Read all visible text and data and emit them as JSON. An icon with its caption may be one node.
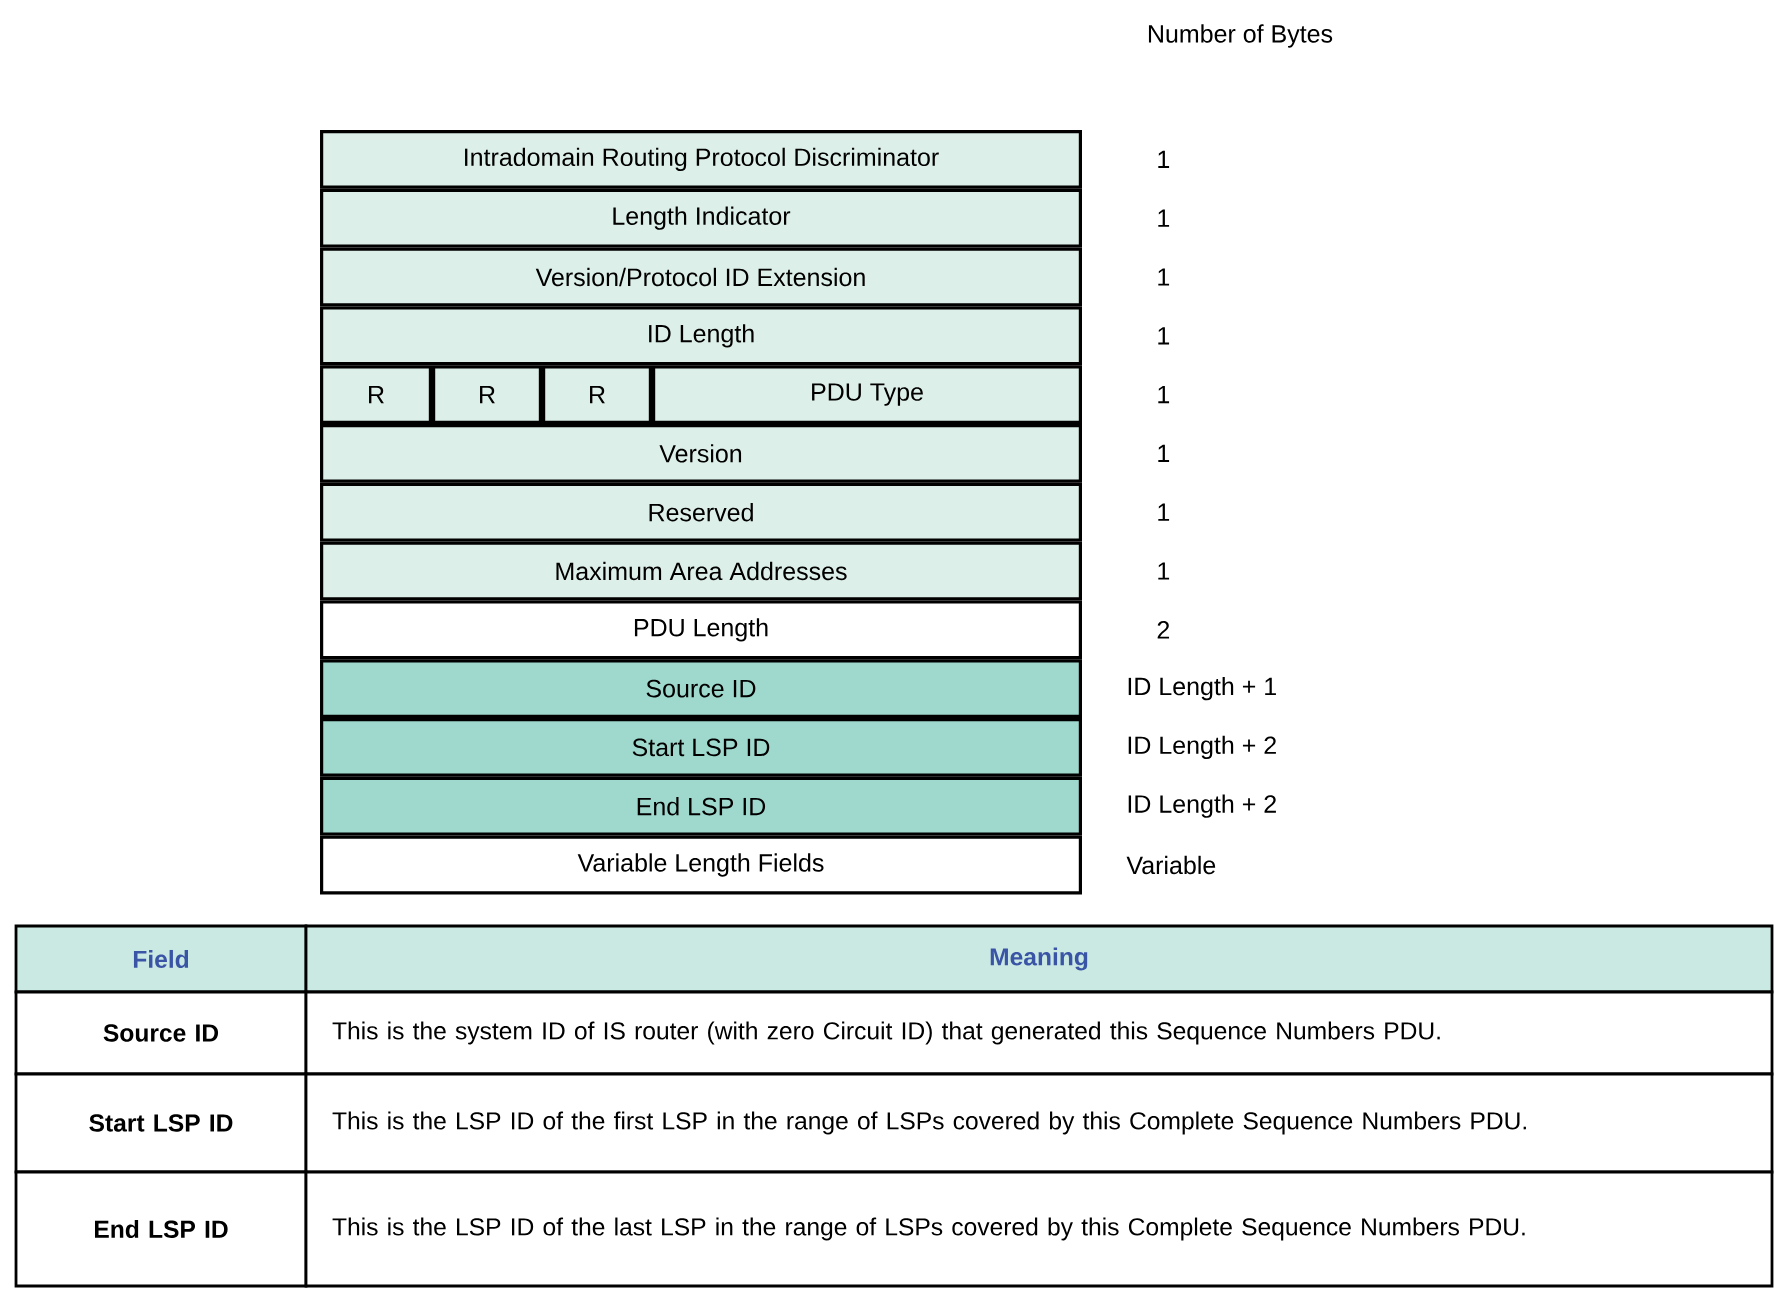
{
  "diagram": {
    "nodes": [
      {
        "text": [
          "Intradomain Routing Protocol Discriminator"
        ],
        "beside": [
          "1"
        ]
      },
      {
        "text": [
          "Length Indicator"
        ],
        "beside": [
          "1"
        ]
      },
      {
        "text": [
          "Version/Protocol ID Extension"
        ],
        "beside": [
          "1"
        ]
      },
      {
        "text": [
          "ID Length"
        ],
        "beside": [
          "1"
        ]
      },
      {
        "text": [
          "R"
        ]
      },
      {
        "text": [
          "R"
        ]
      },
      {
        "text": [
          "R"
        ]
      },
      {
        "text": [
          "PDU Type"
        ],
        "beside": [
          "1"
        ]
      },
      {
        "text": [
          "Version"
        ],
        "beside": [
          "1"
        ]
      },
      {
        "text": [
          "Reserved"
        ],
        "beside": [
          "1"
        ]
      },
      {
        "text": [
          "Maximum Area Addresses"
        ],
        "beside": [
          "1"
        ]
      },
      {
        "text": [
          "PDU Length"
        ],
        "beside": [
          "2"
        ]
      },
      {
        "text": [
          "Source ID"
        ],
        "beside": [
          "ID Length + 1"
        ]
      },
      {
        "text": [
          "Start LSP ID"
        ],
        "beside": [
          "ID Length + 2"
        ]
      },
      {
        "text": [
          "End LSP ID"
        ],
        "beside": [
          "ID Length + 2"
        ]
      },
      {
        "text": [
          "Variable Length Fields"
        ],
        "beside": [
          "Variable"
        ]
      }
    ],
    "labels": [
      "Number of Bytes",
      "Field",
      "Meaning",
      "Source ID",
      "This is the system ID of IS router (with zero Circuit ID) that generated this Sequence Numbers PDU.",
      "Start LSP ID",
      "This is the LSP ID of the first LSP in the range of LSPs covered by this Complete Sequence Numbers PDU.",
      "End LSP ID",
      "This is the LSP ID of the last LSP in the range of LSPs covered by this Complete Sequence Numbers PDU."
    ]
  }
}
